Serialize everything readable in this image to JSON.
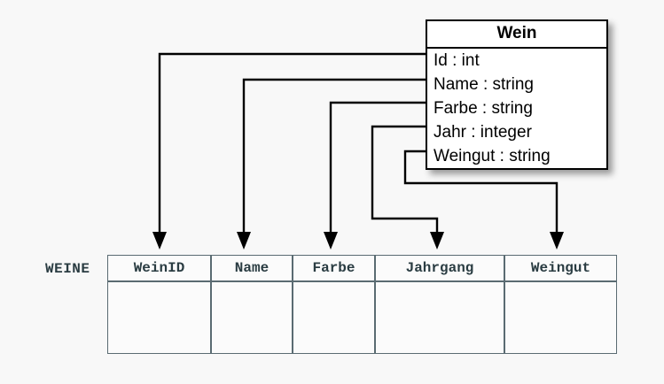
{
  "diagram": {
    "title_visible": false,
    "background_color": "#f8f8f8",
    "line_color": "#000000",
    "table_border_color": "#5a6b72",
    "table_text_color": "#2a3c42"
  },
  "uml_class": {
    "name": "Wein",
    "attributes": [
      {
        "label": "Id : int",
        "field": "Id",
        "type": "int"
      },
      {
        "label": "Name : string",
        "field": "Name",
        "type": "string"
      },
      {
        "label": "Farbe : string",
        "field": "Farbe",
        "type": "string"
      },
      {
        "label": "Jahr : integer",
        "field": "Jahr",
        "type": "integer"
      },
      {
        "label": "Weingut : string",
        "field": "Weingut",
        "type": "string"
      }
    ]
  },
  "relational_table": {
    "name": "WEINE",
    "columns": [
      {
        "label": "WeinID"
      },
      {
        "label": "Name"
      },
      {
        "label": "Farbe"
      },
      {
        "label": "Jahrgang"
      },
      {
        "label": "Weingut"
      }
    ],
    "rows": [
      [
        "",
        "",
        "",
        "",
        ""
      ]
    ]
  },
  "mappings": [
    {
      "from": "Id",
      "to": "WeinID"
    },
    {
      "from": "Name",
      "to": "Name"
    },
    {
      "from": "Farbe",
      "to": "Farbe"
    },
    {
      "from": "Jahr",
      "to": "Jahrgang"
    },
    {
      "from": "Weingut",
      "to": "Weingut"
    }
  ]
}
